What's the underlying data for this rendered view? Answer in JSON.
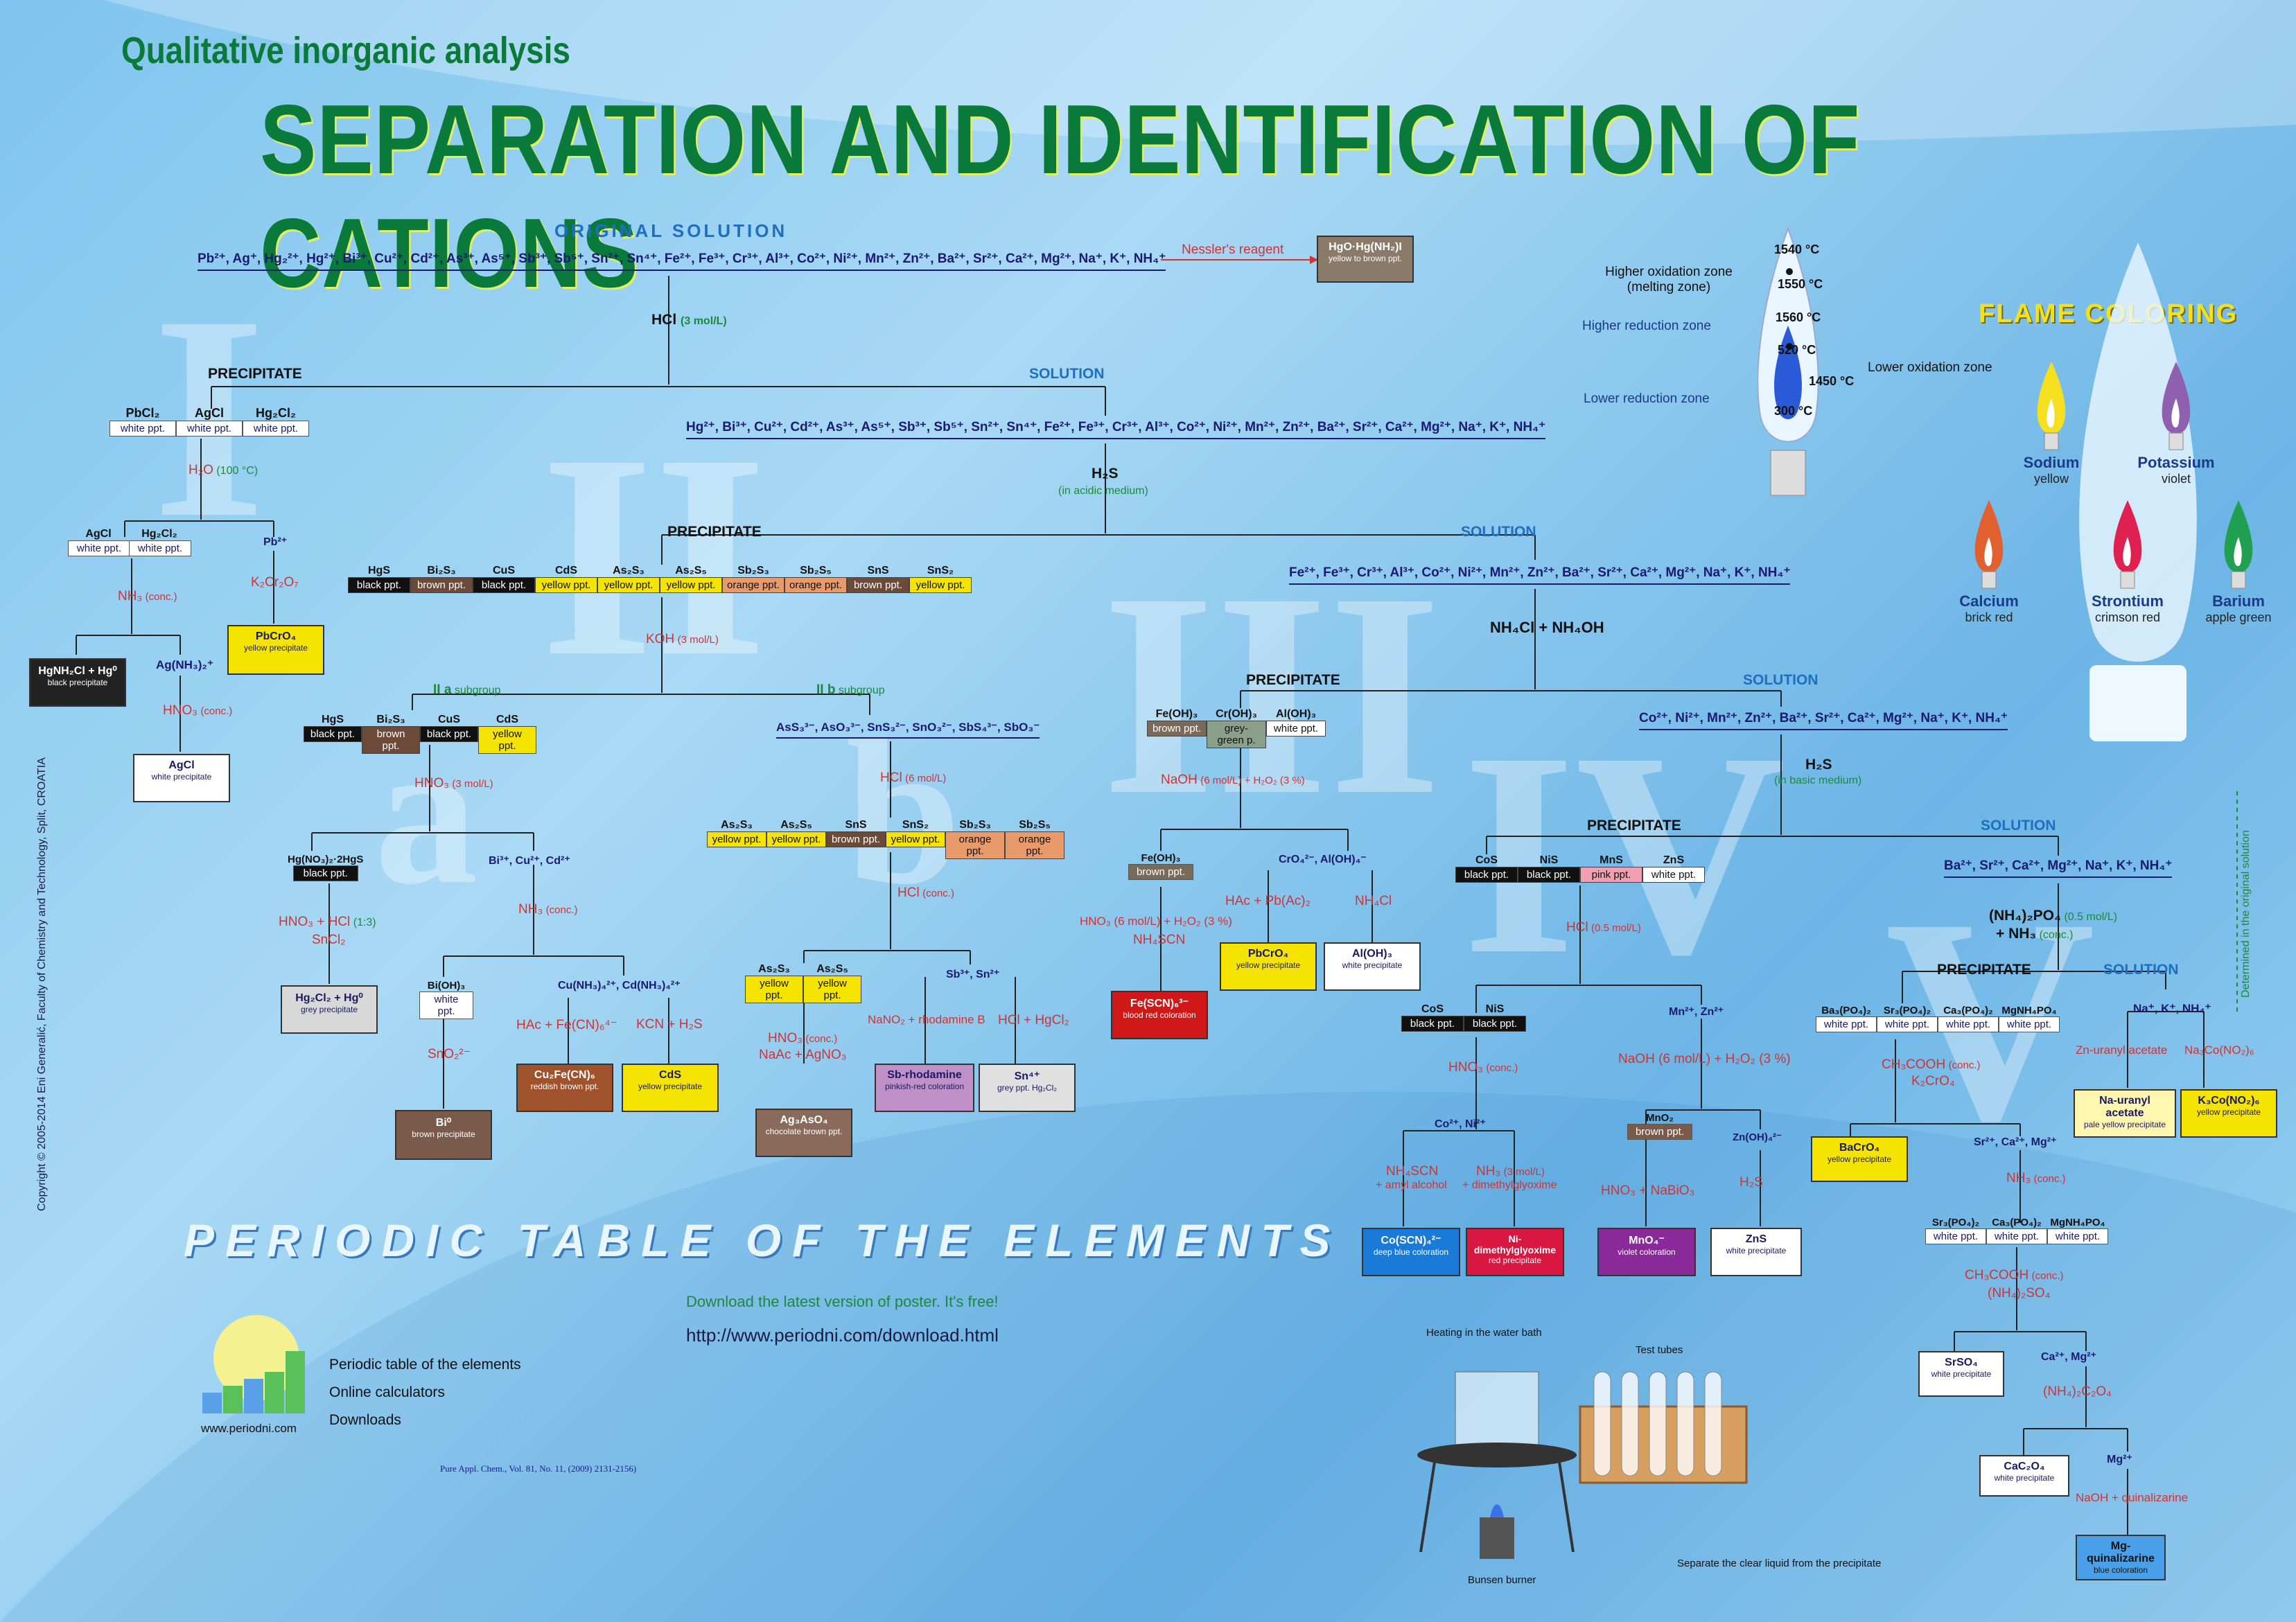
{
  "header": {
    "subtitle": "Qualitative inorganic analysis",
    "title": "SEPARATION AND IDENTIFICATION OF CATIONS"
  },
  "original": {
    "label": "ORIGINAL SOLUTION",
    "ions": "Pb²⁺, Ag⁺, Hg₂²⁺, Hg²⁺, Bi³⁺, Cu²⁺, Cd²⁺, As³⁺, As⁵⁺, Sb³⁺, Sb⁵⁺, Sn²⁺, Sn⁴⁺, Fe²⁺, Fe³⁺, Cr³⁺, Al³⁺, Co²⁺, Ni²⁺, Mn²⁺, Zn²⁺, Ba²⁺, Sr²⁺, Ca²⁺, Mg²⁺, Na⁺, K⁺, NH₄⁺",
    "nessler": "Nessler's reagent",
    "hgo": "HgO·Hg(NH₂)I",
    "hgo_sub": "yellow to brown ppt."
  },
  "g1": {
    "reagent": "HCl",
    "reagent_conc": "(3 mol/L)",
    "ppt": "PRECIPITATE",
    "sol": "SOLUTION",
    "salts": [
      "PbCl₂",
      "AgCl",
      "Hg₂Cl₂"
    ],
    "white": "white ppt.",
    "water": "H₂O",
    "water_t": "(100 °C)",
    "agcl": "AgCl",
    "hg2cl2": "Hg₂Cl₂",
    "pb": "Pb²⁺",
    "nh3": "NH₃",
    "conc": "(conc.)",
    "k2cr2o7": "K₂Cr₂O₇",
    "hg_box": "HgNH₂Cl + Hg⁰",
    "hg_box_sub": "black precipitate",
    "agnh3": "Ag(NH₃)₂⁺",
    "hno3": "HNO₃",
    "pbcro4": "PbCrO₄",
    "pbcro4_sub": "yellow precipitate",
    "agcl_box": "AgCl",
    "agcl_box_sub": "white precipitate"
  },
  "g2": {
    "ions": "Hg²⁺, Bi³⁺, Cu²⁺, Cd²⁺, As³⁺, As⁵⁺, Sb³⁺, Sb⁵⁺, Sn²⁺, Sn⁴⁺, Fe²⁺, Fe³⁺, Cr³⁺, Al³⁺, Co²⁺, Ni²⁺, Mn²⁺, Zn²⁺, Ba²⁺, Sr²⁺, Ca²⁺, Mg²⁺, Na⁺, K⁺, NH₄⁺",
    "reagent": "H₂S",
    "medium": "(in acidic medium)",
    "ppt": "PRECIPITATE",
    "sol": "SOLUTION",
    "koh": "KOH",
    "koh_conc": "(3 mol/L)",
    "sulfides": [
      {
        "f": "HgS",
        "c": "black ppt.",
        "bg": "#111111",
        "fg": "#ffffff"
      },
      {
        "f": "Bi₂S₃",
        "c": "brown ppt.",
        "bg": "#6b4a3a",
        "fg": "#ffffff"
      },
      {
        "f": "CuS",
        "c": "black ppt.",
        "bg": "#111111",
        "fg": "#ffffff"
      },
      {
        "f": "CdS",
        "c": "yellow ppt.",
        "bg": "#f5e400",
        "fg": "#111111"
      },
      {
        "f": "As₂S₃",
        "c": "yellow ppt.",
        "bg": "#f5e400",
        "fg": "#111111"
      },
      {
        "f": "As₂S₅",
        "c": "yellow ppt.",
        "bg": "#f5e400",
        "fg": "#111111"
      },
      {
        "f": "Sb₂S₃",
        "c": "orange ppt.",
        "bg": "#e89a6a",
        "fg": "#111111"
      },
      {
        "f": "Sb₂S₅",
        "c": "orange ppt.",
        "bg": "#e89a6a",
        "fg": "#111111"
      },
      {
        "f": "SnS",
        "c": "brown ppt.",
        "bg": "#6b4a3a",
        "fg": "#ffffff"
      },
      {
        "f": "SnS₂",
        "c": "yellow ppt.",
        "bg": "#f5e400",
        "fg": "#111111"
      }
    ],
    "iia": "II a",
    "iib": "II b",
    "subgroup": "subgroup",
    "iia_row": [
      {
        "f": "HgS",
        "c": "black ppt.",
        "bg": "#111111",
        "fg": "#ffffff"
      },
      {
        "f": "Bi₂S₃",
        "c": "brown ppt.",
        "bg": "#6b4a3a",
        "fg": "#ffffff"
      },
      {
        "f": "CuS",
        "c": "black ppt.",
        "bg": "#111111",
        "fg": "#ffffff"
      },
      {
        "f": "CdS",
        "c": "yellow ppt.",
        "bg": "#f5e400",
        "fg": "#111111"
      }
    ],
    "iib_ions": "AsS₃³⁻, AsO₃³⁻, SnS₃²⁻, SnO₃²⁻, SbS₄³⁻, SbO₃⁻",
    "hno3": "HNO₃",
    "hno3_conc": "(3 mol/L)",
    "hgno": "Hg(NO₃)₂·2HgS",
    "black": "black ppt.",
    "bicucd": "Bi³⁺, Cu²⁺, Cd²⁺",
    "hno3hcl": "HNO₃ + HCl",
    "ratio": "(1:3)",
    "sncl2": "SnCl₂",
    "nh3": "NH₃",
    "conc": "(conc.)",
    "hg2cl2_box": "Hg₂Cl₂ + Hg⁰",
    "hg2cl2_sub": "grey precipitate",
    "bioh": "Bi(OH)₃",
    "white": "white ppt.",
    "cunh": "Cu(NH₃)₄²⁺, Cd(NH₃)₄²⁺",
    "sno2": "SnO₂²⁻",
    "hac": "HAc + Fe(CN)₆⁴⁻",
    "kcn": "KCN + H₂S",
    "bi_box": "Bi⁰",
    "bi_sub": "brown precipitate",
    "cufe_box": "Cu₂Fe(CN)₆",
    "cufe_sub": "reddish brown ppt.",
    "cds_box": "CdS",
    "cds_sub": "yellow precipitate",
    "hcl6": "HCl",
    "hcl6_conc": "(6 mol/L)",
    "iib_row": [
      {
        "f": "As₂S₃",
        "c": "yellow ppt.",
        "bg": "#f5e400",
        "fg": "#111111"
      },
      {
        "f": "As₂S₅",
        "c": "yellow ppt.",
        "bg": "#f5e400",
        "fg": "#111111"
      },
      {
        "f": "SnS",
        "c": "brown ppt.",
        "bg": "#6b4a3a",
        "fg": "#ffffff"
      },
      {
        "f": "SnS₂",
        "c": "yellow ppt.",
        "bg": "#f5e400",
        "fg": "#111111"
      },
      {
        "f": "Sb₂S₃",
        "c": "orange ppt.",
        "bg": "#e89a6a",
        "fg": "#111111"
      },
      {
        "f": "Sb₂S₅",
        "c": "orange ppt.",
        "bg": "#e89a6a",
        "fg": "#111111"
      }
    ],
    "hclc": "HCl",
    "hclc_conc": "(conc.)",
    "as_row": [
      {
        "f": "As₂S₃",
        "c": "yellow ppt.",
        "bg": "#f5e400",
        "fg": "#111111"
      },
      {
        "f": "As₂S₅",
        "c": "yellow ppt.",
        "bg": "#f5e400",
        "fg": "#111111"
      }
    ],
    "sbsn": "Sb³⁺, Sn²⁺",
    "hno3c": "HNO₃",
    "hno3c_conc": "(conc.)",
    "naac": "NaAc + AgNO₃",
    "nano2": "NaNO₂ + rhodamine B",
    "hclhg": "HCl + HgCl₂",
    "ag3aso4": "Ag₃AsO₄",
    "ag3aso4_sub": "chocolate brown ppt.",
    "sb_box": "Sb-rhodamine",
    "sb_sub": "pinkish-red coloration",
    "sn_box": "Sn⁴⁺",
    "sn_sub": "grey ppt. Hg₂Cl₂"
  },
  "g3": {
    "ions": "Fe²⁺, Fe³⁺, Cr³⁺, Al³⁺, Co²⁺, Ni²⁺, Mn²⁺, Zn²⁺, Ba²⁺, Sr²⁺, Ca²⁺, Mg²⁺, Na⁺, K⁺, NH₄⁺",
    "reagent": "NH₄Cl + NH₄OH",
    "ppt": "PRECIPITATE",
    "sol": "SOLUTION",
    "row": [
      {
        "f": "Fe(OH)₃",
        "c": "brown ppt.",
        "bg": "#7a6a5a",
        "fg": "#ffffff"
      },
      {
        "f": "Cr(OH)₃",
        "c": "grey-green p.",
        "bg": "#8aa08a",
        "fg": "#111111"
      },
      {
        "f": "Al(OH)₃",
        "c": "white ppt.",
        "bg": "#ffffff",
        "fg": "#111111"
      }
    ],
    "naoh": "NaOH",
    "naoh_conc": "(6 mol/L) + H₂O₂ (3 %)",
    "feoh": "Fe(OH)₃",
    "brown": "brown ppt.",
    "croal": "CrO₄²⁻, Al(OH)₄⁻",
    "hno3h2o2": "HNO₃ (6 mol/L) + H₂O₂ (3 %)",
    "nh4scn": "NH₄SCN",
    "hacpb": "HAc + Pb(Ac)₂",
    "nh4cl": "NH₄Cl",
    "fe_box": "Fe(SCN)₆³⁻",
    "fe_sub": "blood red coloration",
    "pbcro4": "PbCrO₄",
    "pbcro4_sub": "yellow precipitate",
    "aloh": "Al(OH)₃",
    "aloh_sub": "white precipitate"
  },
  "g4": {
    "ions": "Co²⁺, Ni²⁺, Mn²⁺, Zn²⁺, Ba²⁺, Sr²⁺, Ca²⁺, Mg²⁺, Na⁺, K⁺, NH₄⁺",
    "reagent": "H₂S",
    "medium": "(in basic medium)",
    "ppt": "PRECIPITATE",
    "sol": "SOLUTION",
    "row": [
      {
        "f": "CoS",
        "c": "black ppt.",
        "bg": "#111111",
        "fg": "#ffffff"
      },
      {
        "f": "NiS",
        "c": "black ppt.",
        "bg": "#111111",
        "fg": "#ffffff"
      },
      {
        "f": "MnS",
        "c": "pink ppt.",
        "bg": "#f0a0b0",
        "fg": "#111111"
      },
      {
        "f": "ZnS",
        "c": "white ppt.",
        "bg": "#ffffff",
        "fg": "#111111"
      }
    ],
    "hcl": "HCl",
    "hcl_conc": "(0.5 mol/L)",
    "coni_row": [
      {
        "f": "CoS",
        "c": "black ppt.",
        "bg": "#111111",
        "fg": "#ffffff"
      },
      {
        "f": "NiS",
        "c": "black ppt.",
        "bg": "#111111",
        "fg": "#ffffff"
      }
    ],
    "mnzn": "Mn²⁺, Zn²⁺",
    "hno3": "HNO₃",
    "hno3_conc": "(conc.)",
    "naoh": "NaOH (6 mol/L) + H₂O₂ (3 %)",
    "coni": "Co²⁺, Ni²⁺",
    "mno2": "MnO₂",
    "mno2_c": "brown ppt.",
    "znoh": "Zn(OH)₄²⁻",
    "nh4scn": "NH₄SCN",
    "amyl": "+ amyl alcohol",
    "nh3": "NH₃",
    "nh3_conc": "(3 mol/L)",
    "dmg": "+ dimethylglyoxime",
    "hno3nabio3": "HNO₃ + NaBiO₃",
    "h2s": "H₂S",
    "co_box": "Co(SCN)₄²⁻",
    "co_sub": "deep blue coloration",
    "ni_box": "Ni-dimethylglyoxime",
    "ni_sub": "red precipitate",
    "mno4_box": "MnO₄⁻",
    "mno4_sub": "violet coloration",
    "zns_box": "ZnS",
    "zns_sub": "white precipitate"
  },
  "g5": {
    "ions": "Ba²⁺, Sr²⁺, Ca²⁺, Mg²⁺, Na⁺, K⁺, NH₄⁺",
    "reagent": "(NH₄)₂PO₄",
    "reagent_conc": "(0.5 mol/L)",
    "reagent2": "+ NH₃",
    "reagent2_conc": "(conc.)",
    "ppt": "PRECIPITATE",
    "sol": "SOLUTION",
    "phosphates": [
      "Ba₃(PO₄)₂",
      "Sr₃(PO₄)₂",
      "Ca₃(PO₄)₂",
      "MgNH₄PO₄"
    ],
    "white": "white ppt.",
    "alk": "Na⁺, K⁺, NH₄⁺",
    "ch3cooh": "CH₃COOH",
    "conc": "(conc.)",
    "k2cro4": "K₂CrO₄",
    "zn_uranyl": "Zn-uranyl acetate",
    "na3co": "Na₃Co(NO₂)₆",
    "bacro4": "BaCrO₄",
    "bacro4_sub": "yellow precipitate",
    "srcamg": "Sr²⁺, Ca²⁺, Mg²⁺",
    "nh3": "NH₃",
    "na_box": "Na-uranyl acetate",
    "na_sub": "pale yellow precipitate",
    "k_box": "K₃Co(NO₂)₆",
    "k_sub": "yellow precipitate",
    "phos2": [
      "Sr₃(PO₄)₂",
      "Ca₃(PO₄)₂",
      "MgNH₄PO₄"
    ],
    "nh4so4": "(NH₄)₂SO₄",
    "srso4": "SrSO₄",
    "srso4_sub": "white precipitate",
    "camg": "Ca²⁺, Mg²⁺",
    "nh4c2o4": "(NH₄)₂C₂O₄",
    "cac2o4": "CaC₂O₄",
    "cac2o4_sub": "white precipitate",
    "mg": "Mg²⁺",
    "naoh_q": "NaOH + quinalizarine",
    "mg_box": "Mg-quinalizarine",
    "mg_sub": "blue coloration",
    "determined": "Determined in the original solution"
  },
  "flame_zones": {
    "t1": "1540 °C",
    "t2": "1550 °C",
    "t3": "1560 °C",
    "t4": "520 °C",
    "t5": "1450 °C",
    "t6": "300 °C",
    "higher_ox": "Higher oxidation zone",
    "melting": "(melting zone)",
    "higher_red": "Higher reduction zone",
    "lower_ox": "Lower oxidation zone",
    "lower_red": "Lower reduction zone"
  },
  "flame_coloring": {
    "title": "FLAME COLORING",
    "items": [
      {
        "name": "Sodium",
        "color": "yellow",
        "hex": "#f5e020"
      },
      {
        "name": "Potassium",
        "color": "violet",
        "hex": "#9060b0"
      },
      {
        "name": "Calcium",
        "color": "brick red",
        "hex": "#e06030"
      },
      {
        "name": "Strontium",
        "color": "crimson red",
        "hex": "#e02050"
      },
      {
        "name": "Barium",
        "color": "apple green",
        "hex": "#20a050"
      }
    ]
  },
  "groups_roman": [
    "I",
    "II",
    "III",
    "IV",
    "V",
    "a",
    "b"
  ],
  "periodic": {
    "title": "PERIODIC TABLE OF THE ELEMENTS",
    "download": "Download the latest version of poster. It's free!",
    "url": "http://www.periodni.com/download.html",
    "links": [
      "Periodic table of the elements",
      "Online calculators",
      "Downloads"
    ],
    "site": "www.periodni.com",
    "ref": "Pure Appl. Chem., Vol. 81, No. 11, (2009) 2131-2156)"
  },
  "lab": {
    "heating": "Heating in the water bath",
    "tubes": "Test tubes",
    "bunsen": "Bunsen burner",
    "separate": "Separate the clear liquid from the precipitate"
  },
  "copyright": "Copyright © 2005-2014 Eni Generalić, Faculty of Chemistry and Technology, Split, CROATIA"
}
